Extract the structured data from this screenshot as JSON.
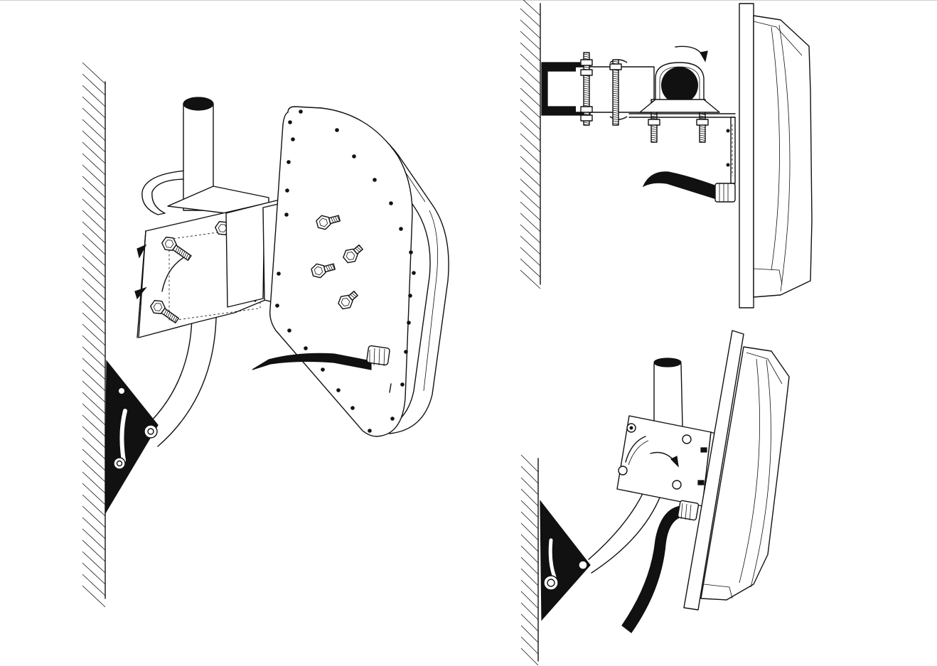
{
  "colors": {
    "line": "#111111",
    "fill": "#ffffff",
    "top_border": "#cfcfcf"
  },
  "views": [
    {
      "id": "perspective-view",
      "label": ""
    },
    {
      "id": "top-view",
      "label": ""
    },
    {
      "id": "tilt-view",
      "label": ""
    }
  ],
  "icons": {
    "rotation_arrow": "curved-arrow-icon",
    "tilt_arrow": "curved-arrow-icon"
  }
}
